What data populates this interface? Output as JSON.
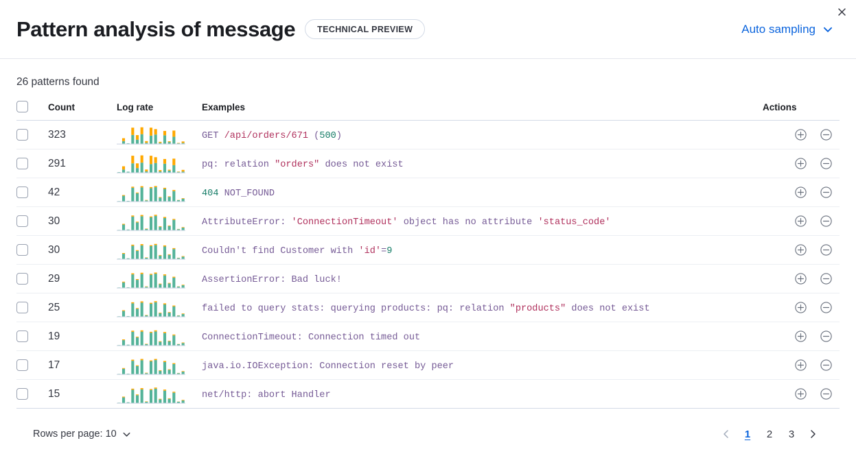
{
  "header": {
    "title": "Pattern analysis of message",
    "badge": "TECHNICAL PREVIEW",
    "sampling_label": "Auto sampling",
    "close_icon": "close-icon",
    "chevron_icon": "chevron-down-icon",
    "accent_color": "#0b64dd"
  },
  "summary": {
    "patterns_found": "26 patterns found"
  },
  "table": {
    "headers": {
      "select_all": "select-all-checkbox",
      "count": "Count",
      "log_rate": "Log rate",
      "examples": "Examples",
      "actions": "Actions"
    },
    "rows": [
      {
        "count": "323",
        "example_tokens": [
          {
            "t": "GET ",
            "c": "default"
          },
          {
            "t": "/api/orders/671",
            "c": "path"
          },
          {
            "t": " (",
            "c": "default"
          },
          {
            "t": "500",
            "c": "num"
          },
          {
            "t": ")",
            "c": "default"
          }
        ],
        "spark": {
          "teal": [
            0,
            14,
            2,
            48,
            22,
            52,
            5,
            44,
            50,
            4,
            46,
            9,
            38,
            2,
            4
          ],
          "orange": [
            0,
            16,
            0,
            40,
            25,
            38,
            9,
            44,
            30,
            6,
            24,
            4,
            34,
            2,
            8
          ]
        }
      },
      {
        "count": "291",
        "example_tokens": [
          {
            "t": "pq: relation ",
            "c": "default"
          },
          {
            "t": "\"orders\"",
            "c": "str"
          },
          {
            "t": " does not exist",
            "c": "default"
          }
        ],
        "spark": {
          "teal": [
            2,
            16,
            4,
            50,
            24,
            54,
            6,
            46,
            52,
            6,
            48,
            10,
            40,
            3,
            5
          ],
          "orange": [
            0,
            18,
            0,
            42,
            26,
            40,
            10,
            46,
            32,
            7,
            26,
            5,
            36,
            2,
            9
          ]
        }
      },
      {
        "count": "42",
        "example_tokens": [
          {
            "t": "404",
            "c": "num"
          },
          {
            "t": " NOT_FOUND",
            "c": "default"
          }
        ],
        "spark": {
          "teal": [
            1,
            30,
            2,
            74,
            44,
            76,
            5,
            72,
            78,
            20,
            68,
            24,
            56,
            6,
            14
          ],
          "orange": [
            0,
            4,
            0,
            6,
            4,
            7,
            2,
            6,
            6,
            3,
            6,
            3,
            6,
            1,
            3
          ]
        }
      },
      {
        "count": "30",
        "example_tokens": [
          {
            "t": "AttributeError: ",
            "c": "default"
          },
          {
            "t": "'ConnectionTimeout'",
            "c": "str"
          },
          {
            "t": " object has no attribute ",
            "c": "default"
          },
          {
            "t": "'status_code'",
            "c": "str"
          }
        ],
        "spark": {
          "teal": [
            1,
            30,
            3,
            74,
            42,
            76,
            6,
            70,
            78,
            18,
            66,
            22,
            56,
            5,
            13
          ],
          "orange": [
            0,
            4,
            0,
            6,
            4,
            7,
            2,
            5,
            6,
            3,
            6,
            3,
            5,
            1,
            3
          ]
        }
      },
      {
        "count": "30",
        "example_tokens": [
          {
            "t": "Couldn't find Customer with ",
            "c": "default"
          },
          {
            "t": "'id'",
            "c": "str"
          },
          {
            "t": "=",
            "c": "default"
          },
          {
            "t": "9",
            "c": "num"
          }
        ],
        "spark": {
          "teal": [
            1,
            28,
            3,
            72,
            44,
            74,
            6,
            70,
            76,
            18,
            68,
            22,
            54,
            5,
            12
          ],
          "orange": [
            0,
            4,
            0,
            6,
            4,
            7,
            2,
            5,
            6,
            3,
            6,
            3,
            5,
            1,
            3
          ]
        }
      },
      {
        "count": "29",
        "example_tokens": [
          {
            "t": "AssertionError: Bad luck!",
            "c": "default"
          }
        ],
        "spark": {
          "teal": [
            1,
            29,
            2,
            73,
            43,
            75,
            5,
            71,
            77,
            19,
            67,
            23,
            55,
            6,
            13
          ],
          "orange": [
            0,
            4,
            0,
            6,
            4,
            7,
            2,
            5,
            6,
            3,
            6,
            3,
            5,
            1,
            3
          ]
        }
      },
      {
        "count": "25",
        "example_tokens": [
          {
            "t": "failed to query stats: querying products: pq: relation ",
            "c": "default"
          },
          {
            "t": "\"products\"",
            "c": "str"
          },
          {
            "t": " does not exist",
            "c": "default"
          }
        ],
        "spark": {
          "teal": [
            1,
            30,
            2,
            72,
            42,
            76,
            6,
            70,
            78,
            18,
            66,
            21,
            55,
            5,
            13
          ],
          "orange": [
            0,
            4,
            0,
            6,
            4,
            7,
            2,
            5,
            6,
            3,
            6,
            3,
            5,
            1,
            3
          ]
        }
      },
      {
        "count": "19",
        "example_tokens": [
          {
            "t": "ConnectionTimeout: Connection timed out",
            "c": "default"
          }
        ],
        "spark": {
          "teal": [
            1,
            28,
            3,
            74,
            43,
            75,
            6,
            69,
            76,
            19,
            67,
            22,
            54,
            6,
            12
          ],
          "orange": [
            0,
            4,
            0,
            6,
            4,
            7,
            2,
            5,
            6,
            3,
            6,
            3,
            5,
            1,
            3
          ]
        }
      },
      {
        "count": "17",
        "example_tokens": [
          {
            "t": "java.io.IOException: Connection reset by peer",
            "c": "default"
          }
        ],
        "spark": {
          "teal": [
            1,
            29,
            2,
            73,
            44,
            76,
            5,
            70,
            77,
            18,
            66,
            23,
            55,
            5,
            13
          ],
          "orange": [
            0,
            4,
            0,
            6,
            4,
            7,
            2,
            5,
            6,
            3,
            6,
            3,
            5,
            1,
            3
          ]
        }
      },
      {
        "count": "15",
        "example_tokens": [
          {
            "t": "net/http: abort Handler",
            "c": "default"
          }
        ],
        "spark": {
          "teal": [
            1,
            30,
            3,
            72,
            42,
            74,
            6,
            71,
            78,
            19,
            67,
            22,
            56,
            6,
            13
          ],
          "orange": [
            0,
            4,
            0,
            6,
            4,
            7,
            2,
            5,
            6,
            3,
            6,
            3,
            5,
            1,
            3
          ]
        }
      }
    ],
    "row_actions": {
      "add_icon": "plus-circle-icon",
      "remove_icon": "minus-circle-icon"
    }
  },
  "footer": {
    "rows_per_page": "Rows per page: 10",
    "prev_icon": "chevron-left-icon",
    "next_icon": "chevron-right-icon",
    "pages": [
      "1",
      "2",
      "3"
    ],
    "active_page": "1"
  },
  "colors": {
    "teal": "#54b399",
    "orange": "#ffa800",
    "baseline": "#d3dae6",
    "accent": "#0b64dd"
  }
}
